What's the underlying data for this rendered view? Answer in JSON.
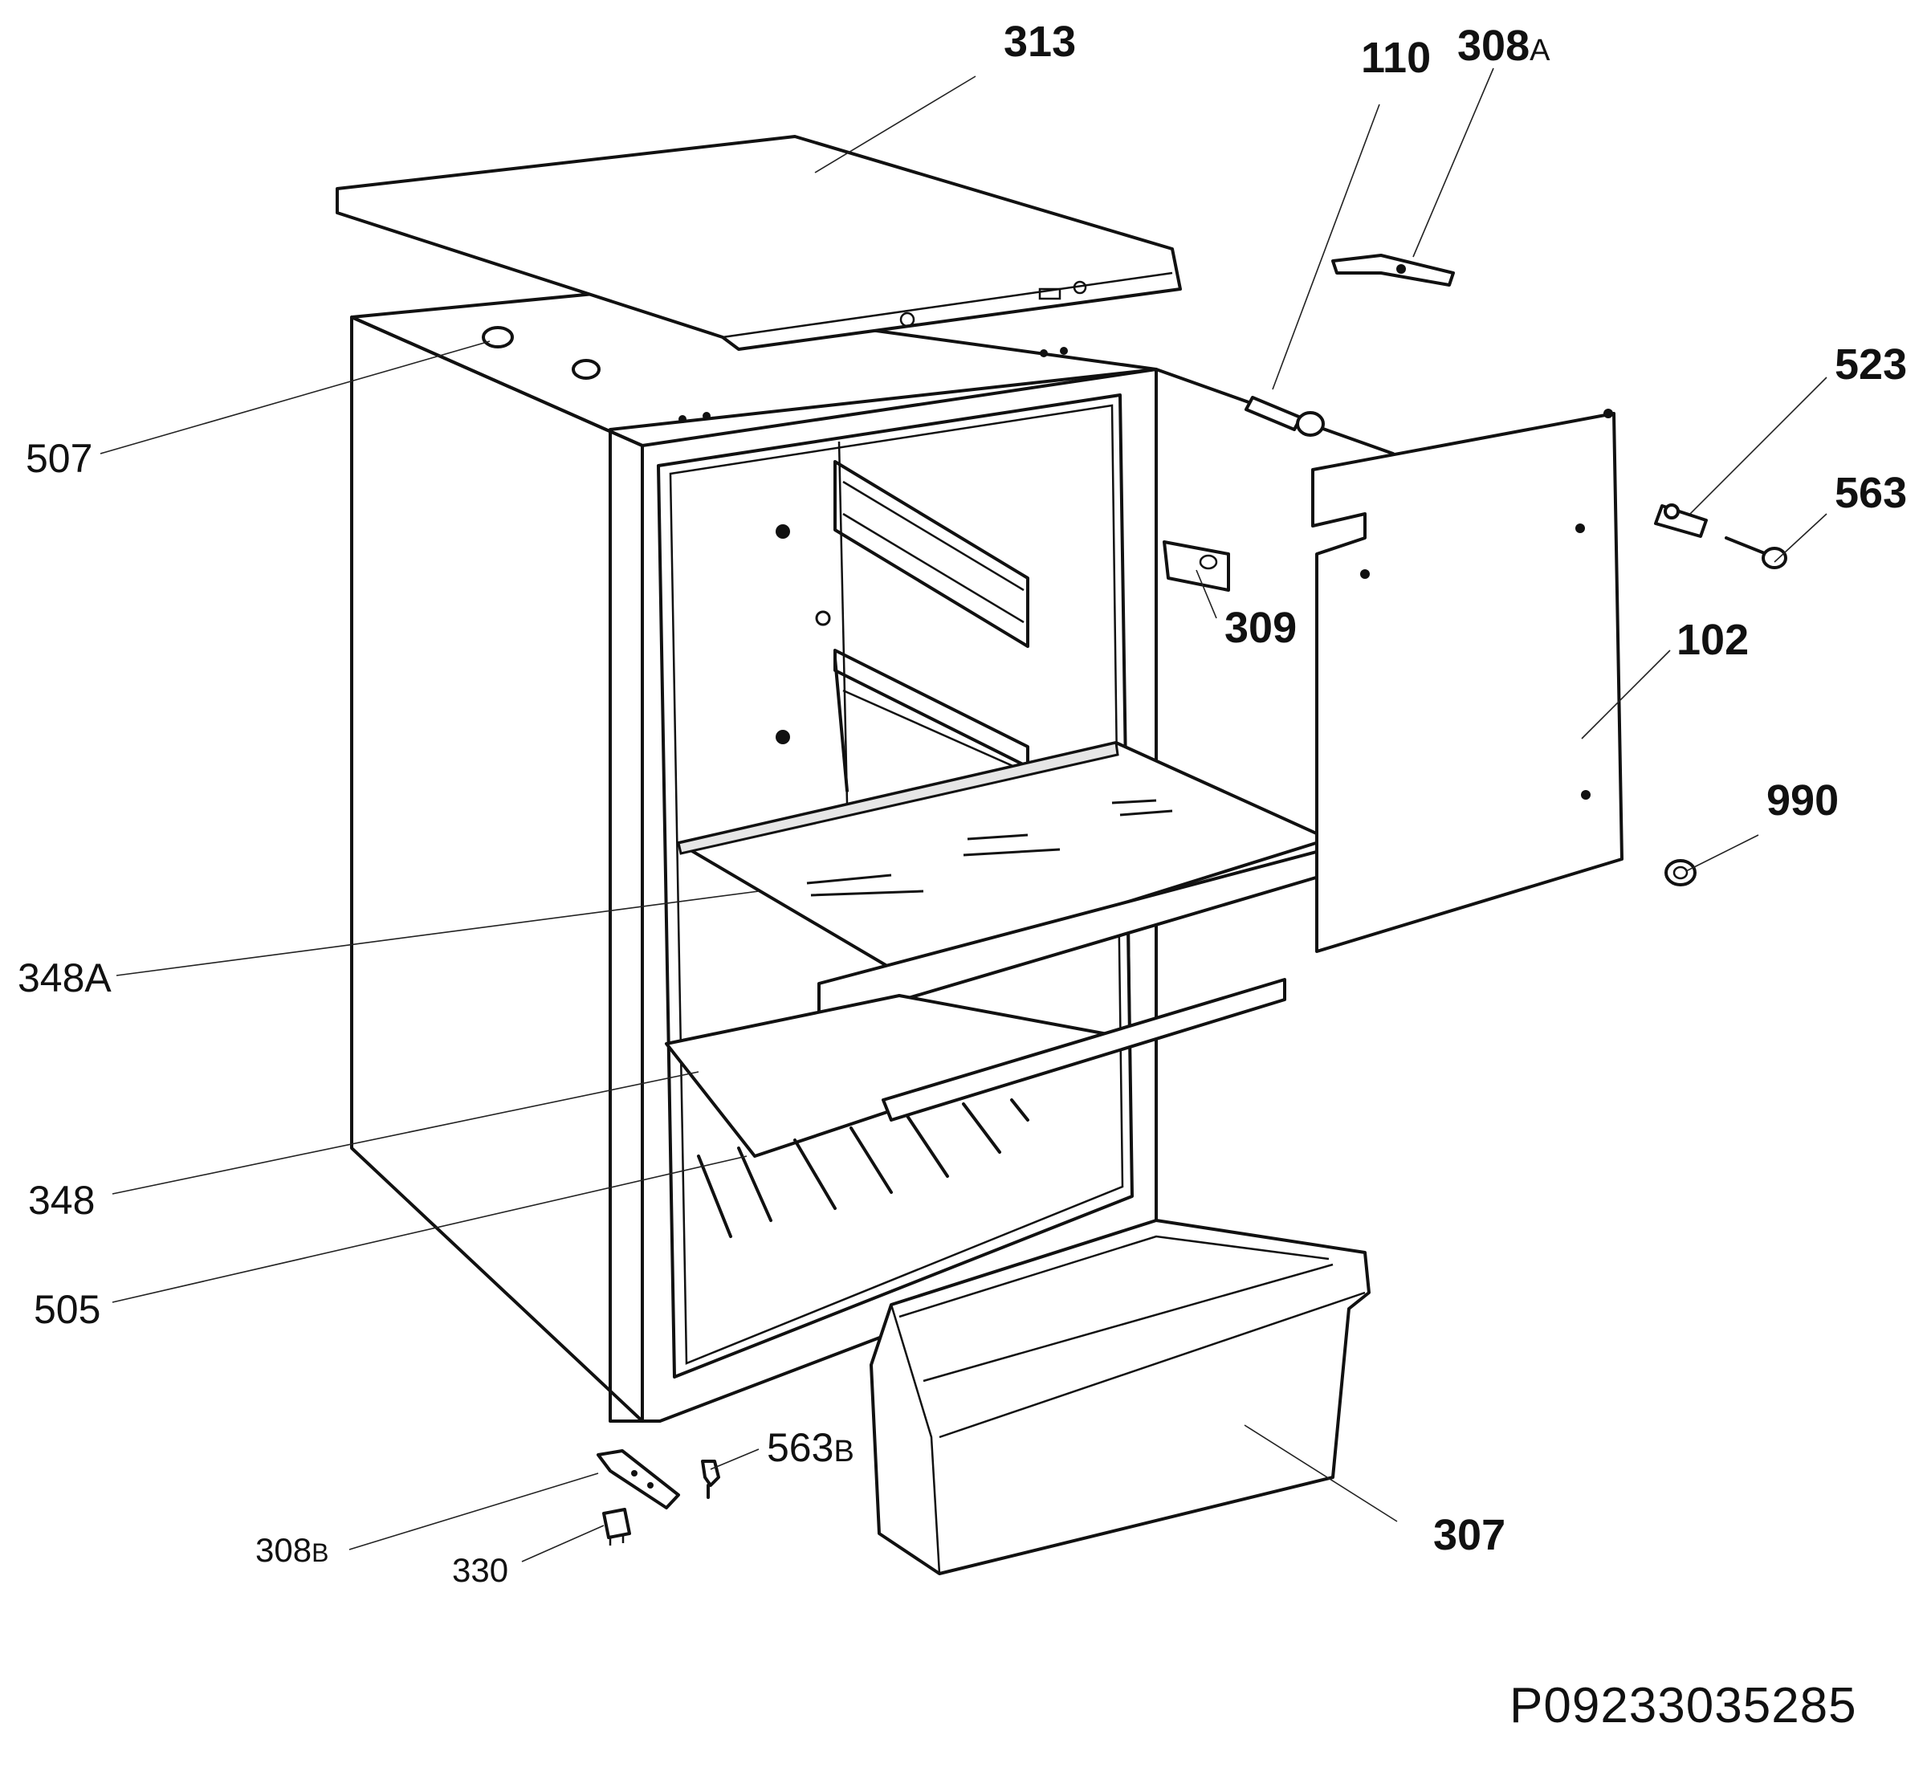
{
  "labels": {
    "l313": "313",
    "l110": "110",
    "l308a_num": "308",
    "l308a_suf": "A",
    "l523": "523",
    "l563": "563",
    "l507": "507",
    "l309": "309",
    "l102": "102",
    "l990": "990",
    "l348a": "348A",
    "l348": "348",
    "l505": "505",
    "l563b_num": "563",
    "l563b_suf": "B",
    "l307": "307",
    "l308b_num": "308",
    "l308b_suf": "B",
    "l330": "330"
  },
  "drawing_code": "P09233035285"
}
